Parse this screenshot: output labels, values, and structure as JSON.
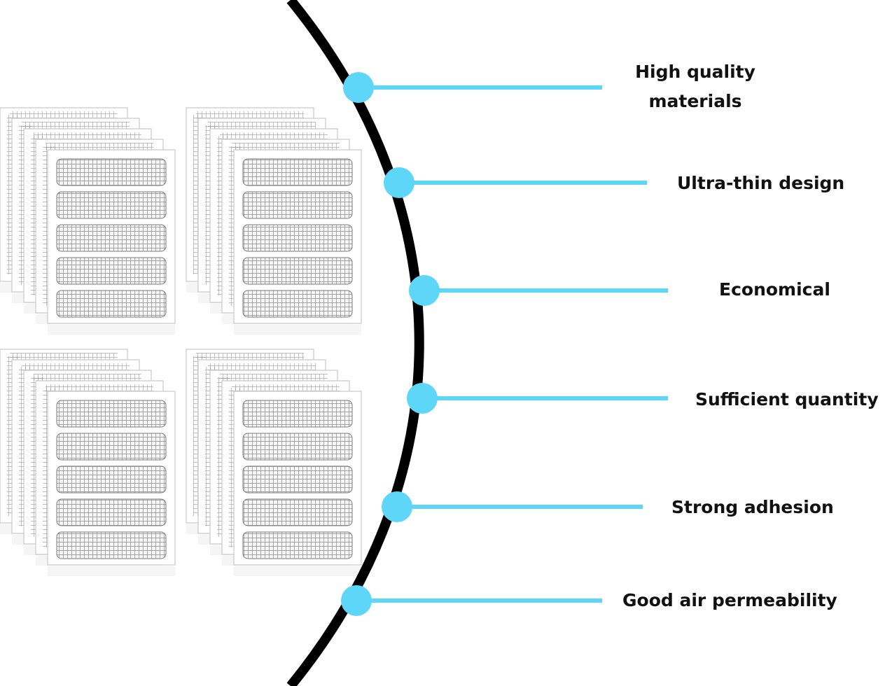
{
  "colors": {
    "background": "#ffffff",
    "arc": "#000000",
    "accent": "#5dd6f7",
    "sheet_border": "#c8c8c8",
    "grid_line": "#8a8a8a"
  },
  "features": [
    {
      "lines": [
        "High quality",
        "materials"
      ]
    },
    {
      "lines": [
        "Ultra-thin design"
      ]
    },
    {
      "lines": [
        "Economical"
      ]
    },
    {
      "lines": [
        "Sufficient quantity"
      ]
    },
    {
      "lines": [
        "Strong adhesion"
      ]
    },
    {
      "lines": [
        "Good air permeability"
      ]
    }
  ],
  "product": {
    "stacks": 4,
    "sheets_per_stack": 5,
    "strips_per_sheet": 5,
    "icon": "mesh-patch-sheet-stack"
  }
}
